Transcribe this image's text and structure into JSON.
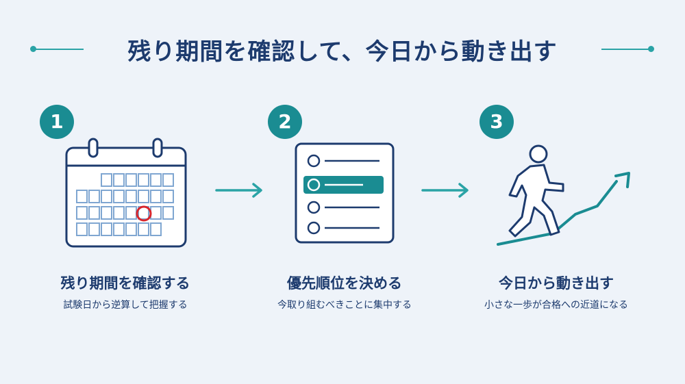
{
  "title": "残り期間を確認して、今日から動き出す",
  "colors": {
    "navy": "#1d3b6e",
    "teal": "#1a8c92",
    "accent_red": "#d9262c",
    "background": "#eef3f9"
  },
  "steps": [
    {
      "number": "1",
      "icon": "calendar-icon",
      "title": "残り期間を確認する",
      "description": "試験日から逆算して把握する"
    },
    {
      "number": "2",
      "icon": "checklist-icon",
      "title": "優先順位を決める",
      "description": "今取り組むべきことに集中する"
    },
    {
      "number": "3",
      "icon": "walking-person-icon",
      "title": "今日から動き出す",
      "description": "小さな一歩が合格への近道になる"
    }
  ],
  "connectors": [
    "arrow-right-icon",
    "arrow-right-icon"
  ]
}
